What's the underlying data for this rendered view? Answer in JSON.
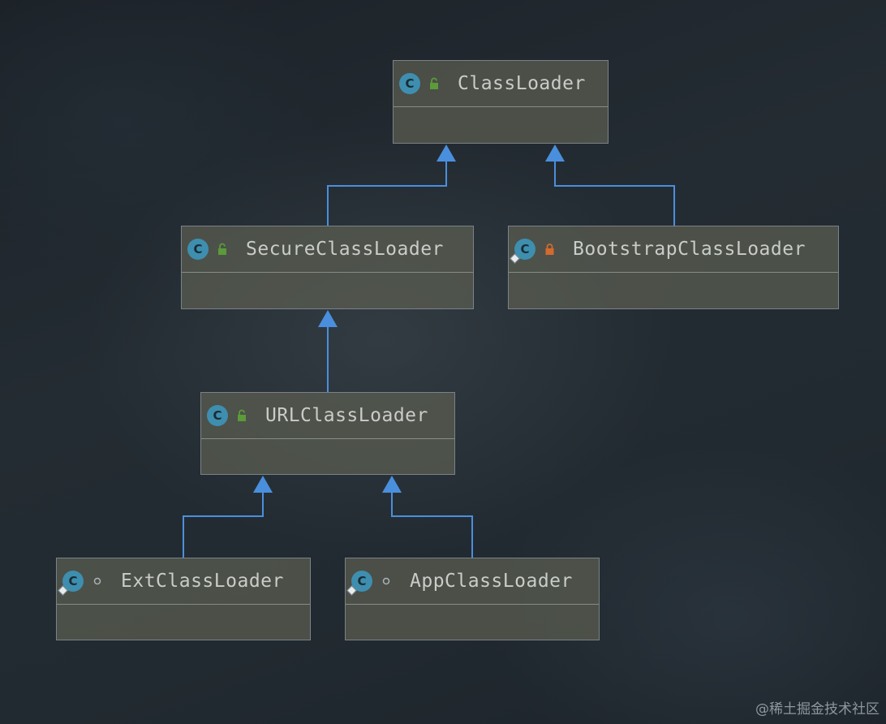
{
  "colors": {
    "edge": "#4a8fdd",
    "class_icon": "#3e8eb0",
    "public_lock": "#5c9a3a",
    "private_lock": "#d46a2e",
    "package_dot": "#aab2b8"
  },
  "nodes": {
    "classloader": {
      "label": "ClassLoader",
      "icon": "class-icon",
      "visibility": "public-lock-icon",
      "abstract": true
    },
    "secure": {
      "label": "SecureClassLoader",
      "icon": "class-icon",
      "visibility": "public-lock-icon"
    },
    "bootstrap": {
      "label": "BootstrapClassLoader",
      "icon": "class-icon",
      "visibility": "private-lock-icon",
      "pinned": true
    },
    "url": {
      "label": "URLClassLoader",
      "icon": "class-icon",
      "visibility": "public-lock-icon"
    },
    "ext": {
      "label": "ExtClassLoader",
      "icon": "class-icon",
      "visibility": "package-dot-icon",
      "pinned": true
    },
    "app": {
      "label": "AppClassLoader",
      "icon": "class-icon",
      "visibility": "package-dot-icon",
      "pinned": true
    }
  },
  "edges": [
    {
      "from": "secure",
      "to": "classloader"
    },
    {
      "from": "bootstrap",
      "to": "classloader"
    },
    {
      "from": "url",
      "to": "secure"
    },
    {
      "from": "ext",
      "to": "url"
    },
    {
      "from": "app",
      "to": "url"
    }
  ],
  "watermark": "@稀土掘金技术社区"
}
